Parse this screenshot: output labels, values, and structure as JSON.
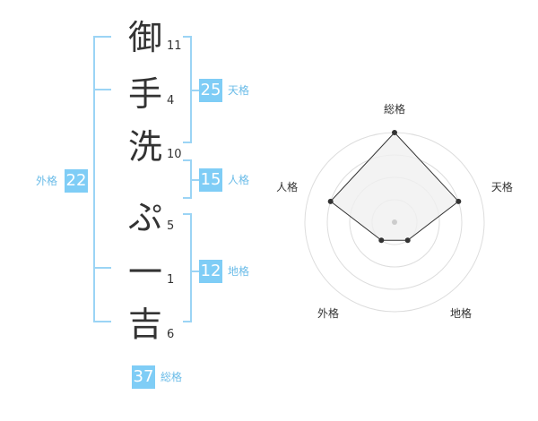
{
  "name_chars": [
    {
      "char": "御",
      "strokes": "11"
    },
    {
      "char": "手",
      "strokes": "4"
    },
    {
      "char": "洗",
      "strokes": "10"
    },
    {
      "char": "ぷ",
      "strokes": "5"
    },
    {
      "char": "一",
      "strokes": "1"
    },
    {
      "char": "吉",
      "strokes": "6"
    }
  ],
  "kakusu": {
    "tenkaku": {
      "value": "25",
      "label": "天格"
    },
    "jinkaku": {
      "value": "15",
      "label": "人格"
    },
    "chikaku": {
      "value": "12",
      "label": "地格"
    },
    "gaikaku": {
      "value": "22",
      "label": "外格"
    },
    "soukaku": {
      "value": "37",
      "label": "総格"
    }
  },
  "radar": {
    "axes": [
      {
        "label": "総格",
        "value": 4
      },
      {
        "label": "天格",
        "value": 3
      },
      {
        "label": "地格",
        "value": 1
      },
      {
        "label": "外格",
        "value": 1
      },
      {
        "label": "人格",
        "value": 3
      }
    ],
    "max": 4,
    "colors": {
      "fill": "#f0f0f0",
      "stroke": "#333333",
      "ring": "#dddddd",
      "point": "#333333",
      "center": "#cccccc"
    }
  }
}
